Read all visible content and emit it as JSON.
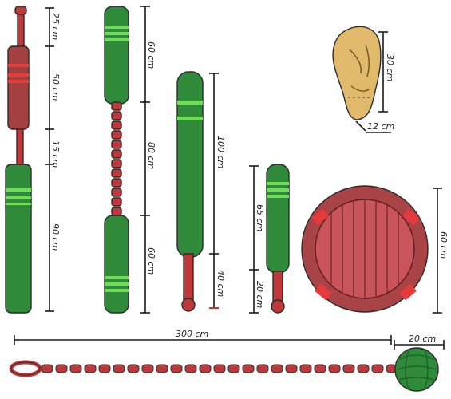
{
  "labels": {
    "w1_top": "25 cm",
    "w1_grip": "50 cm",
    "w1_link": "15 cm",
    "w1_bottom": "90 cm",
    "w2_top": "60 cm",
    "w2_chain": "80 cm",
    "w2_bottom": "60 cm",
    "w3_total": "100 cm",
    "w3_handle": "40 cm",
    "w4_total": "65 cm",
    "w4_handle": "20 cm",
    "mask_height": "30 cm",
    "mask_width": "12 cm",
    "shield_diameter": "60 cm",
    "flail_length": "300 cm",
    "flail_head": "20 cm"
  },
  "colors": {
    "green": "#2f8a3a",
    "green_light": "#6fdc5a",
    "red": "#c0393a",
    "red_dark": "#7a2a28",
    "shield_wood": "#c9545a",
    "mask": "#e0b96a"
  }
}
